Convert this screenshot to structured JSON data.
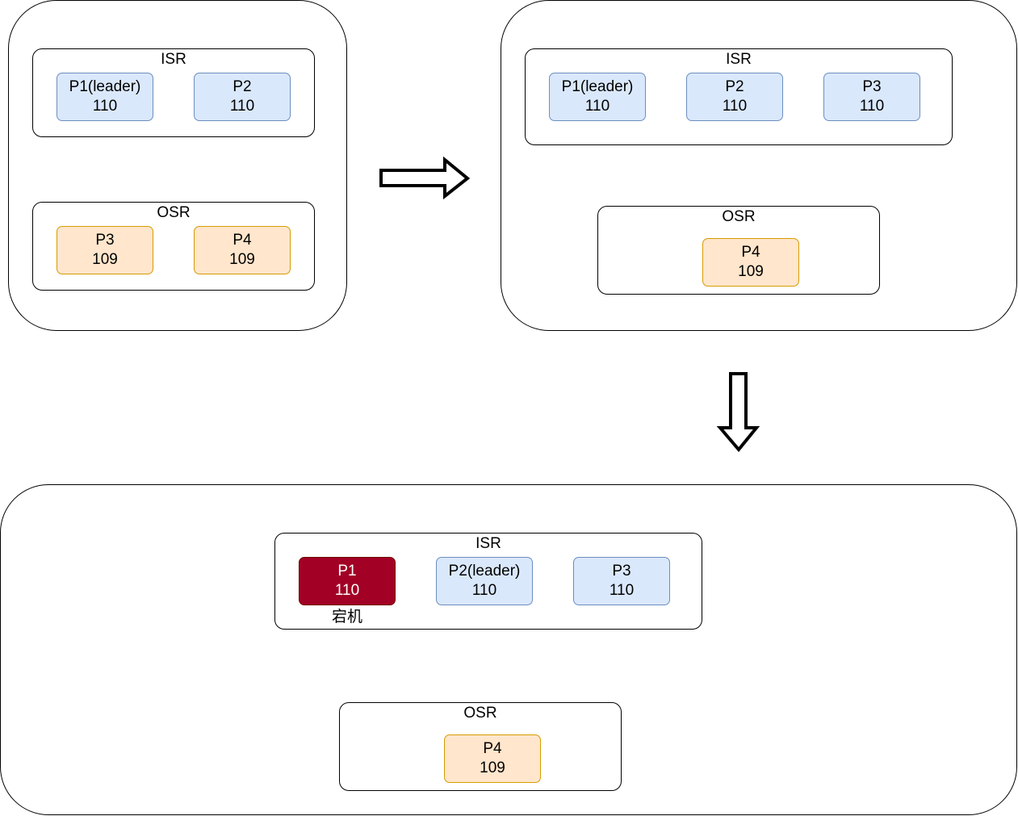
{
  "stages": [
    {
      "isr": {
        "title": "ISR",
        "nodes": [
          {
            "name": "P1(leader)",
            "offset": "110"
          },
          {
            "name": "P2",
            "offset": "110"
          }
        ]
      },
      "osr": {
        "title": "OSR",
        "nodes": [
          {
            "name": "P3",
            "offset": "109"
          },
          {
            "name": "P4",
            "offset": "109"
          }
        ]
      }
    },
    {
      "isr": {
        "title": "ISR",
        "nodes": [
          {
            "name": "P1(leader)",
            "offset": "110"
          },
          {
            "name": "P2",
            "offset": "110"
          },
          {
            "name": "P3",
            "offset": "110"
          }
        ]
      },
      "osr": {
        "title": "OSR",
        "nodes": [
          {
            "name": "P4",
            "offset": "109"
          }
        ]
      }
    },
    {
      "isr": {
        "title": "ISR",
        "nodes": [
          {
            "name": "P1",
            "offset": "110",
            "status": "down",
            "note": "宕机"
          },
          {
            "name": "P2(leader)",
            "offset": "110"
          },
          {
            "name": "P3",
            "offset": "110"
          }
        ]
      },
      "osr": {
        "title": "OSR",
        "nodes": [
          {
            "name": "P4",
            "offset": "109"
          }
        ]
      }
    }
  ],
  "colors": {
    "isr_fill": "#dae8fc",
    "isr_stroke": "#6c8ebf",
    "osr_fill": "#ffe6cc",
    "osr_stroke": "#d79b00",
    "down_fill": "#a20025",
    "down_stroke": "#6f0000"
  }
}
